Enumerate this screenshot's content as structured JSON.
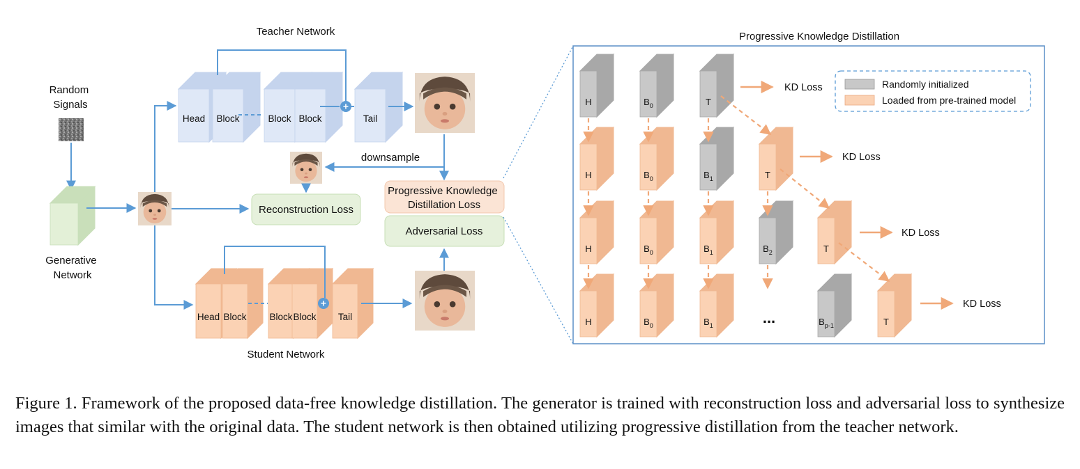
{
  "inputs": {
    "random_signals": "Random\nSignals",
    "generative_network": "Generative\nNetwork"
  },
  "teacher": {
    "title": "Teacher Network",
    "blocks": [
      "Head",
      "Block",
      "Block",
      "Block",
      "Tail"
    ]
  },
  "student": {
    "title": "Student Network",
    "blocks": [
      "Head",
      "Block",
      "Block",
      "Block",
      "Tail"
    ]
  },
  "losses": {
    "downsample": "downsample",
    "reconstruction": "Reconstruction Loss",
    "progressive": "Progressive Knowledge\nDistillation Loss",
    "adversarial": "Adversarial Loss"
  },
  "pkd": {
    "title": "Progressive Knowledge Distillation",
    "legend": {
      "random": "Randomly initialized",
      "pretrained": "Loaded from pre-trained model"
    },
    "kd_loss": "KD Loss",
    "ellipsis": "...",
    "rows": [
      [
        {
          "label": "H",
          "type": "random"
        },
        {
          "label": "B",
          "sub": "0",
          "type": "random"
        },
        {
          "label": "T",
          "type": "random"
        }
      ],
      [
        {
          "label": "H",
          "type": "pretrained"
        },
        {
          "label": "B",
          "sub": "0",
          "type": "pretrained"
        },
        {
          "label": "B",
          "sub": "1",
          "type": "random"
        },
        {
          "label": "T",
          "type": "pretrained"
        }
      ],
      [
        {
          "label": "H",
          "type": "pretrained"
        },
        {
          "label": "B",
          "sub": "0",
          "type": "pretrained"
        },
        {
          "label": "B",
          "sub": "1",
          "type": "pretrained"
        },
        {
          "label": "B",
          "sub": "2",
          "type": "random"
        },
        {
          "label": "T",
          "type": "pretrained"
        }
      ],
      [
        {
          "label": "H",
          "type": "pretrained"
        },
        {
          "label": "B",
          "sub": "0",
          "type": "pretrained"
        },
        {
          "label": "B",
          "sub": "1",
          "type": "pretrained"
        },
        {
          "label": "B",
          "sub": "p-1",
          "type": "random"
        },
        {
          "label": "T",
          "type": "pretrained"
        }
      ]
    ]
  },
  "caption": "Figure 1. Framework of the proposed data-free knowledge distillation. The generator is trained with reconstruction loss and adversarial loss to synthesize images that similar with the original data. The student network is then obtained utilizing progressive distillation from the teacher network.",
  "colors": {
    "teacher_fill": "#dfe8f7",
    "teacher_side": "#c5d4ed",
    "student_fill": "#fbd2b4",
    "student_side": "#f0b892",
    "gray_fill": "#c8c8c8",
    "gray_side": "#a8a8a8",
    "generator_fill": "#e3f0d7",
    "generator_side": "#c9dfba",
    "arrow_blue": "#5b9bd5",
    "arrow_orange": "#f0a878",
    "loss_green": "#e6f1dc",
    "loss_orange": "#fbe4d5"
  }
}
